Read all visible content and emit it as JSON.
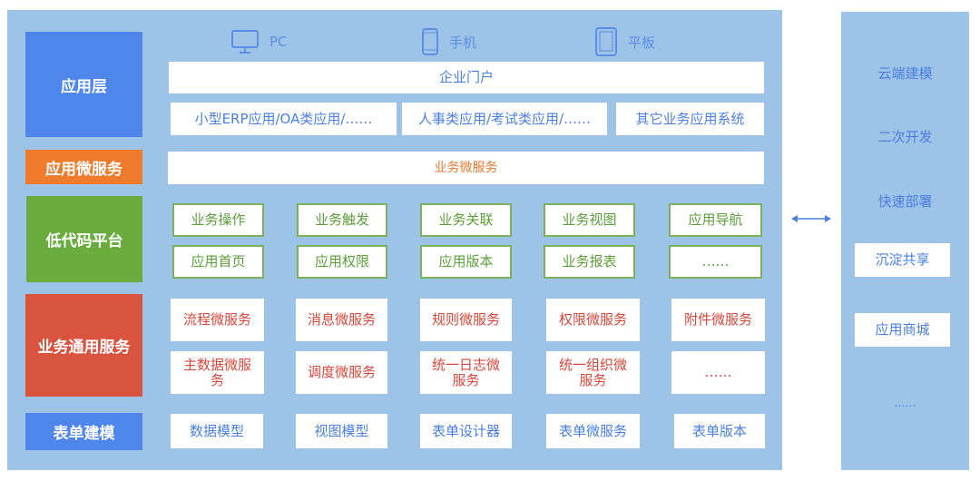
{
  "layers": {
    "app": "应用层",
    "app_micro": "应用微服务",
    "lowcode": "低代码平台",
    "common": "业务通用服务",
    "form": "表单建模"
  },
  "devices": [
    {
      "icon": "monitor-icon",
      "label": "PC"
    },
    {
      "icon": "phone-icon",
      "label": "手机"
    },
    {
      "icon": "tablet-icon",
      "label": "平板"
    }
  ],
  "app_layer": {
    "portal": "企业门户",
    "apps": [
      "小型ERP应用/OA类应用/……",
      "人事类应用/考试类应用/……",
      "其它业务应用系统"
    ]
  },
  "app_micro": {
    "label": "业务微服务"
  },
  "lowcode": [
    "业务操作",
    "业务触发",
    "业务关联",
    "业务视图",
    "应用导航",
    "应用首页",
    "应用权限",
    "应用版本",
    "业务报表",
    "……"
  ],
  "common": [
    "流程微服务",
    "消息微服务",
    "规则微服务",
    "权限微服务",
    "附件微服务",
    "主数据微服务",
    "调度微服务",
    "统一日志微服务",
    "统一组织微服务",
    "……"
  ],
  "form": [
    "数据模型",
    "视图模型",
    "表单设计器",
    "表单微服务",
    "表单版本"
  ],
  "side": [
    "云端建模",
    "二次开发",
    "快速部署",
    "沉淀共享",
    "应用商城",
    "……"
  ],
  "colors": {
    "panel": "#9dc3e6",
    "blue": "#4f86ec",
    "orange": "#ef7b2c",
    "green": "#6aad3e",
    "red": "#d9533f"
  }
}
